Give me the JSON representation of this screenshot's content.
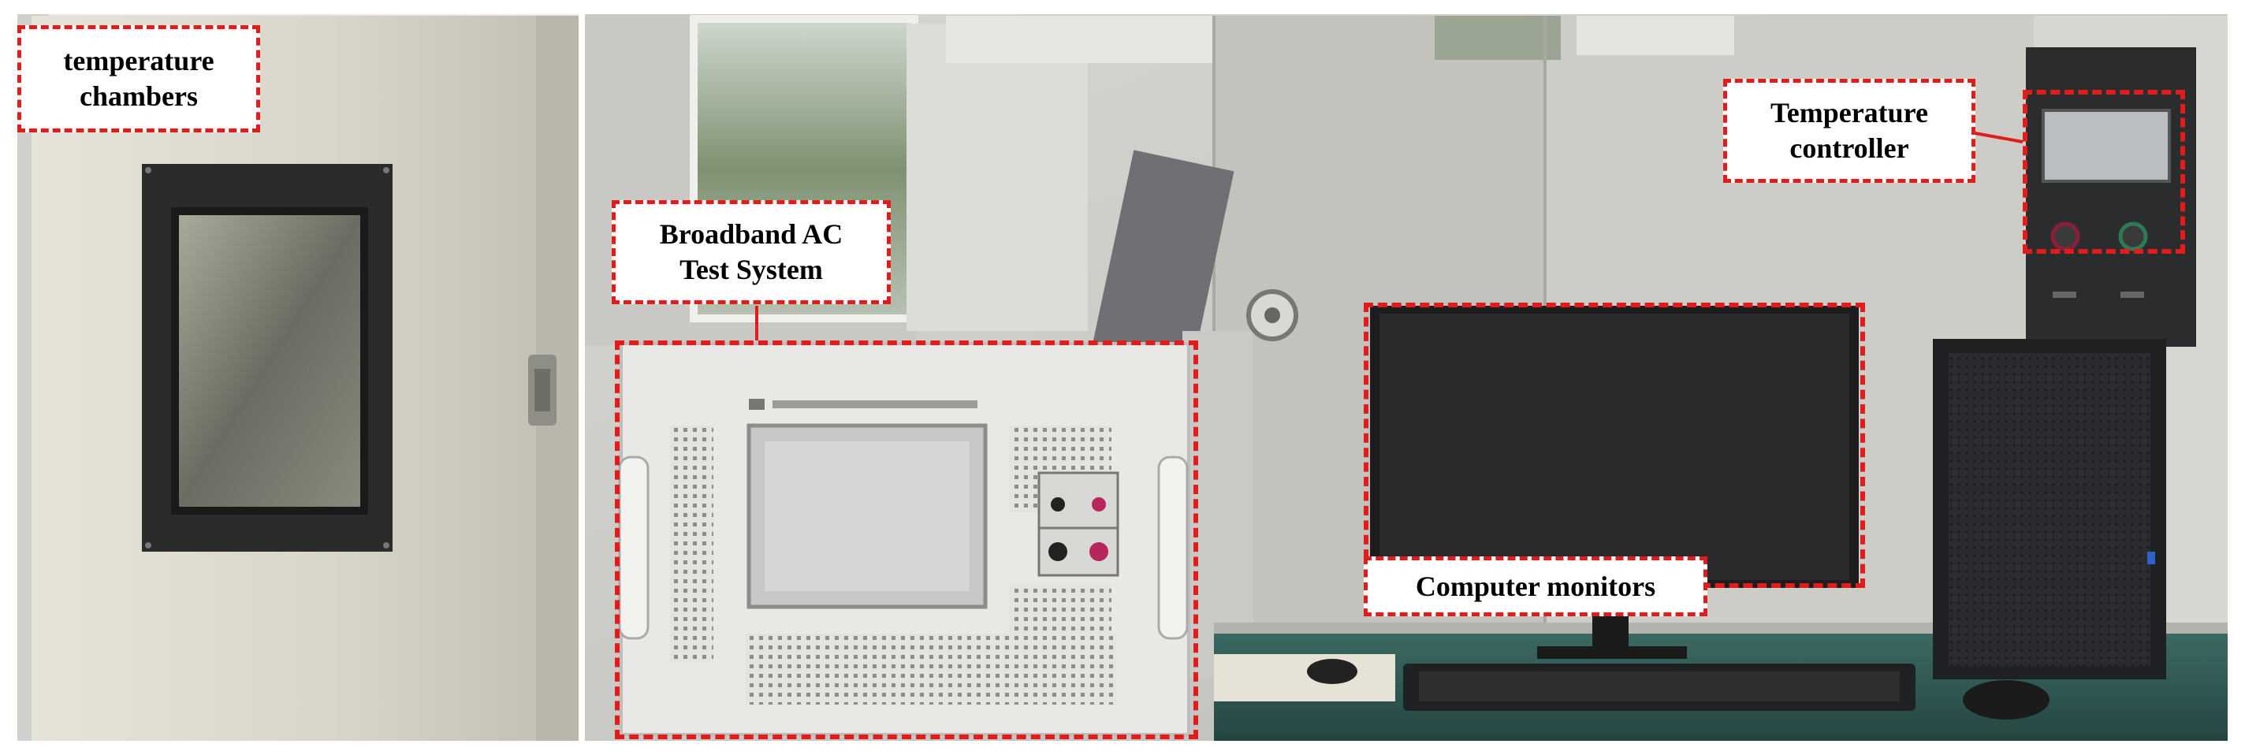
{
  "labels": {
    "temperature_chambers": "temperature\nchambers",
    "broadband_ac": "Broadband AC\nTest System",
    "temperature_controller": "Temperature\ncontroller",
    "computer_monitors": "Computer monitors"
  },
  "colors": {
    "annotation_red": "#e21b1b",
    "chamber_beige": "#d9d6cb",
    "wall_gray": "#c9c9c4",
    "desk_teal": "#2f5a55",
    "monitor_black": "#1d1d1f"
  }
}
